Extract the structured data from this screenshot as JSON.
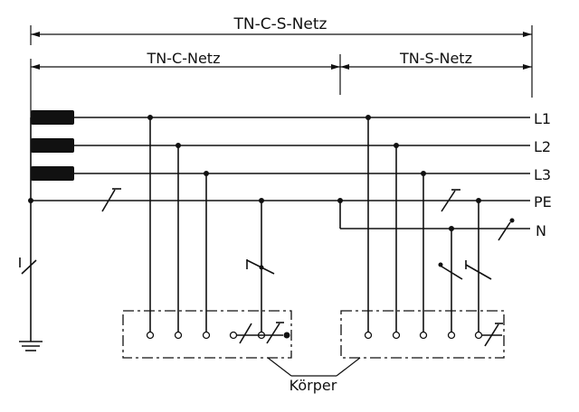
{
  "labels": {
    "tn_c_s": "TN-C-S-Netz",
    "tn_c": "TN-C-Netz",
    "tn_s": "TN-S-Netz",
    "l1": "L1",
    "l2": "L2",
    "l3": "L3",
    "pe": "PE",
    "n": "N",
    "koerper": "Körper"
  }
}
